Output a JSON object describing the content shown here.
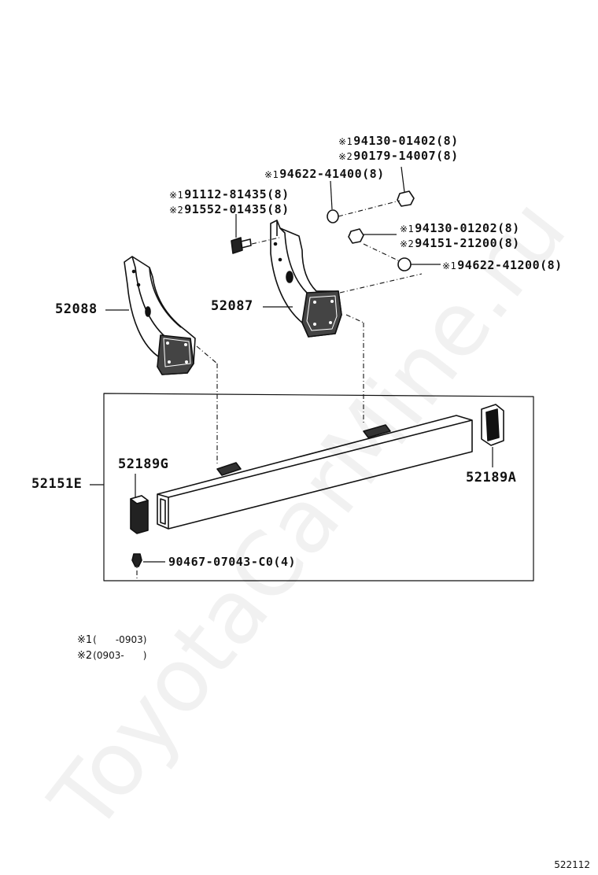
{
  "watermark": "ToyotaCarMine.ru",
  "figure_number": "522112",
  "marks": {
    "m1": "※1",
    "m2": "※2"
  },
  "legend": {
    "item1": "(　　-0903)",
    "item2": "(0903-　　)"
  },
  "parts": {
    "p94130_01402": "94130-01402(8)",
    "p90179_14007": "90179-14007(8)",
    "p94622_41400": "94622-41400(8)",
    "p91112_81435": "91112-81435(8)",
    "p91552_01435": "91552-01435(8)",
    "p94130_01202": "94130-01202(8)",
    "p94151_21200": "94151-21200(8)",
    "p94622_41200": "94622-41200(8)",
    "p52088": "52088",
    "p52087": "52087",
    "p52189G": "52189G",
    "p52189A": "52189A",
    "p52151E": "52151E",
    "p90467_07043": "90467-07043-C0(4)"
  }
}
